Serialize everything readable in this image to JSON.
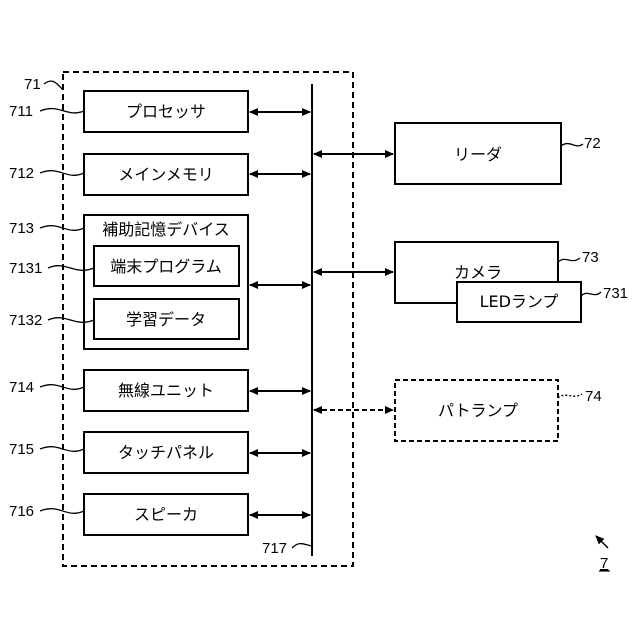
{
  "terminal": {
    "ref": "71",
    "bus_ref": "717",
    "components": {
      "processor": {
        "ref": "711",
        "label": "プロセッサ"
      },
      "main_memory": {
        "ref": "712",
        "label": "メインメモリ"
      },
      "aux_storage": {
        "ref": "713",
        "label": "補助記憶デバイス",
        "terminal_program": {
          "ref": "7131",
          "label": "端末プログラム"
        },
        "learning_data": {
          "ref": "7132",
          "label": "学習データ"
        }
      },
      "wireless_unit": {
        "ref": "714",
        "label": "無線ユニット"
      },
      "touch_panel": {
        "ref": "715",
        "label": "タッチパネル"
      },
      "speaker": {
        "ref": "716",
        "label": "スピーカ"
      }
    }
  },
  "external": {
    "reader": {
      "ref": "72",
      "label": "リーダ"
    },
    "camera": {
      "ref": "73",
      "label": "カメラ",
      "led_lamp": {
        "ref": "731",
        "label": "LEDランプ"
      }
    },
    "patlamp": {
      "ref": "74",
      "label": "パトランプ"
    }
  },
  "figure_ref": "7"
}
